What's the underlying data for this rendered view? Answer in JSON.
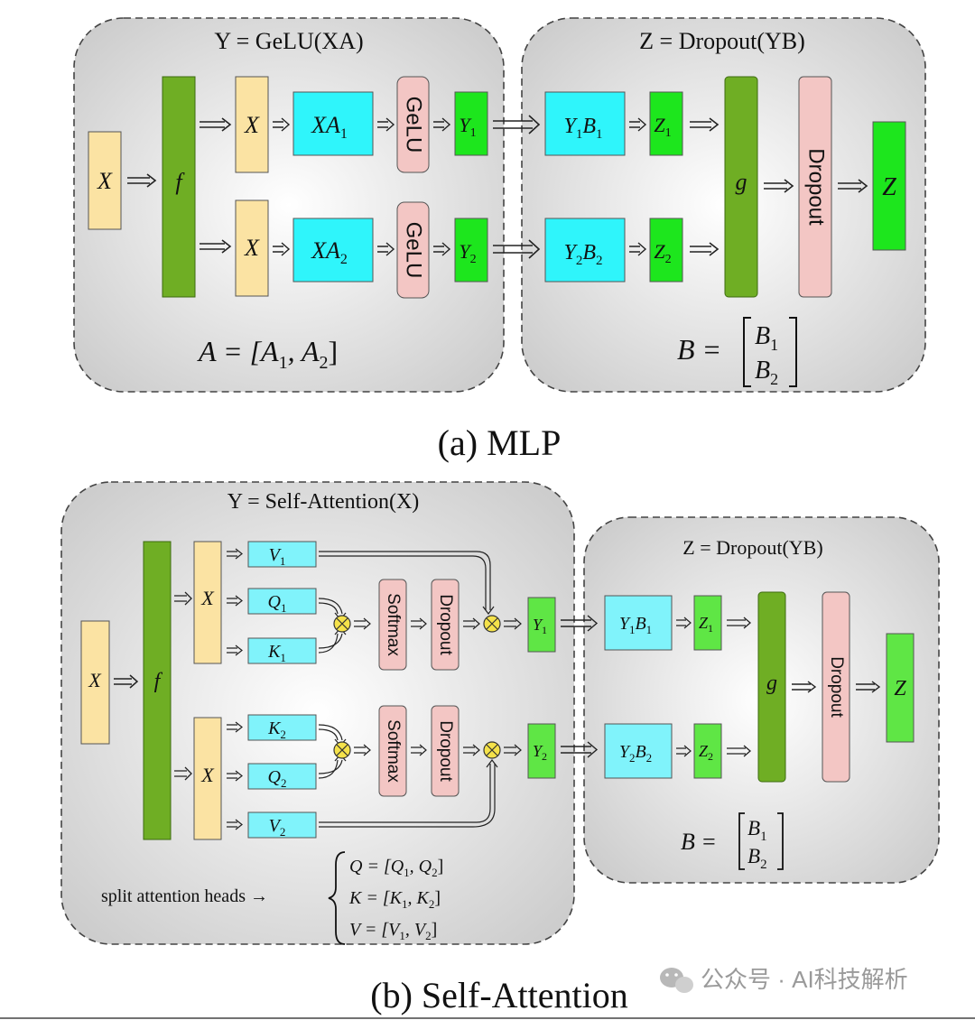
{
  "mlp": {
    "left_title": "Y = GeLU(XA)",
    "right_title": "Z = Dropout(YB)",
    "input_x": "X",
    "f_label": "f",
    "g_label": "g",
    "split_x_top": "X",
    "split_x_bottom": "X",
    "xa1": "XA",
    "xa1_sub": "1",
    "xa2": "XA",
    "xa2_sub": "2",
    "gelu_top": "GeLU",
    "gelu_bottom": "GeLU",
    "y1": "Y",
    "y1_sub": "1",
    "y2": "Y",
    "y2_sub": "2",
    "y1b1_a": "Y",
    "y1b1_a_sub": "1",
    "y1b1_b": "B",
    "y1b1_b_sub": "1",
    "y2b2_a": "Y",
    "y2b2_a_sub": "2",
    "y2b2_b": "B",
    "y2b2_b_sub": "2",
    "z1": "Z",
    "z1_sub": "1",
    "z2": "Z",
    "z2_sub": "2",
    "dropout": "Dropout",
    "output_z": "Z",
    "a_eq": "A = [A",
    "a_eq_sub1": "1",
    "a_eq_mid": ", A",
    "a_eq_sub2": "2",
    "a_eq_end": "]",
    "b_eq": "B =",
    "b_row1": "B",
    "b_row1_sub": "1",
    "b_row2": "B",
    "b_row2_sub": "2",
    "caption": "(a) MLP"
  },
  "attn": {
    "left_title": "Y = Self-Attention(X)",
    "right_title": "Z = Dropout(YB)",
    "input_x": "X",
    "f_label": "f",
    "g_label": "g",
    "split_x_top": "X",
    "split_x_bottom": "X",
    "v1": "V",
    "v1_sub": "1",
    "q1": "Q",
    "q1_sub": "1",
    "k1": "K",
    "k1_sub": "1",
    "k2": "K",
    "k2_sub": "2",
    "q2": "Q",
    "q2_sub": "2",
    "v2": "V",
    "v2_sub": "2",
    "softmax_top": "Softmax",
    "softmax_bottom": "Softmax",
    "dropout_top": "Dropout",
    "dropout_bottom": "Dropout",
    "y1": "Y",
    "y1_sub": "1",
    "y2": "Y",
    "y2_sub": "2",
    "y1b1_a": "Y",
    "y1b1_a_sub": "1",
    "y1b1_b": "B",
    "y1b1_b_sub": "1",
    "y2b2_a": "Y",
    "y2b2_a_sub": "2",
    "y2b2_b": "B",
    "y2b2_b_sub": "2",
    "z1": "Z",
    "z1_sub": "1",
    "z2": "Z",
    "z2_sub": "2",
    "dropout": "Dropout",
    "output_z": "Z",
    "split_heads": "split attention heads →",
    "q_eq": "Q = [Q",
    "q_eq_s1": "1",
    "q_eq_mid": ", Q",
    "q_eq_s2": "2",
    "q_eq_end": "]",
    "k_eq": "K = [K",
    "k_eq_s1": "1",
    "k_eq_mid": ", K",
    "k_eq_s2": "2",
    "k_eq_end": "]",
    "v_eq": "V = [V",
    "v_eq_s1": "1",
    "v_eq_mid": ", V",
    "v_eq_s2": "2",
    "v_eq_end": "]",
    "b_eq": "B =",
    "b_row1": "B",
    "b_row1_sub": "1",
    "b_row2": "B",
    "b_row2_sub": "2",
    "caption": "(b) Self-Attention"
  },
  "watermark": "公众号 · AI科技解析",
  "colors": {
    "cream": "#fbe3a3",
    "green_dark": "#6fae24",
    "cyan": "#2ff5fb",
    "pink": "#f3c6c4",
    "green_bright": "#1de61d",
    "green_light": "#5fe645",
    "cyan_light": "#80f3fb"
  }
}
